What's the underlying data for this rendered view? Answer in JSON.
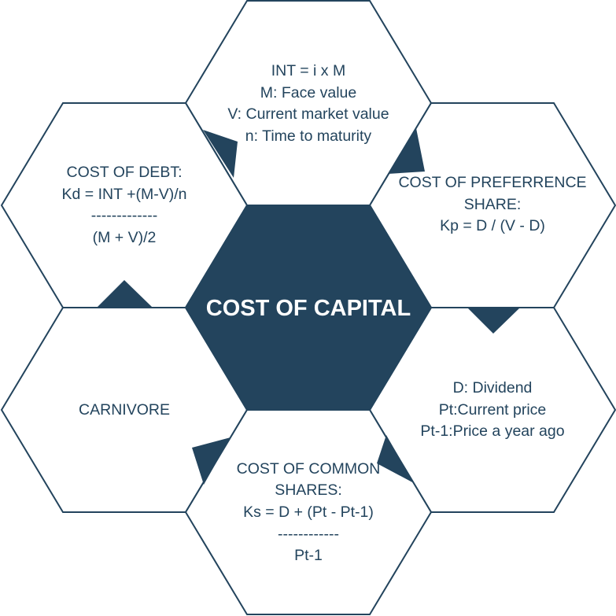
{
  "diagram": {
    "center": {
      "title": "COST OF CAPITAL"
    },
    "hexagons": {
      "top": {
        "lines": [
          "INT = i x M",
          "M: Face value",
          "V: Current market value",
          "n: Time to maturity"
        ]
      },
      "upper_left": {
        "lines": [
          "COST OF DEBT:",
          "Kd = INT +(M-V)/n",
          "-------------",
          "(M + V)/2"
        ]
      },
      "upper_right": {
        "lines": [
          "COST OF PREFERRENCE",
          "SHARE:",
          "Kp = D / (V - D)"
        ]
      },
      "lower_left": {
        "lines": [
          "CARNIVORE"
        ]
      },
      "lower_right": {
        "lines": [
          "D: Dividend",
          "Pt:Current price",
          "Pt-1:Price a year ago"
        ]
      },
      "bottom": {
        "lines": [
          "COST OF COMMON",
          "SHARES:",
          "Ks = D + (Pt - Pt-1)",
          "------------",
          "Pt-1"
        ]
      }
    },
    "colors": {
      "primary": "#23445d",
      "background": "#ffffff",
      "center_text": "#ffffff"
    }
  }
}
